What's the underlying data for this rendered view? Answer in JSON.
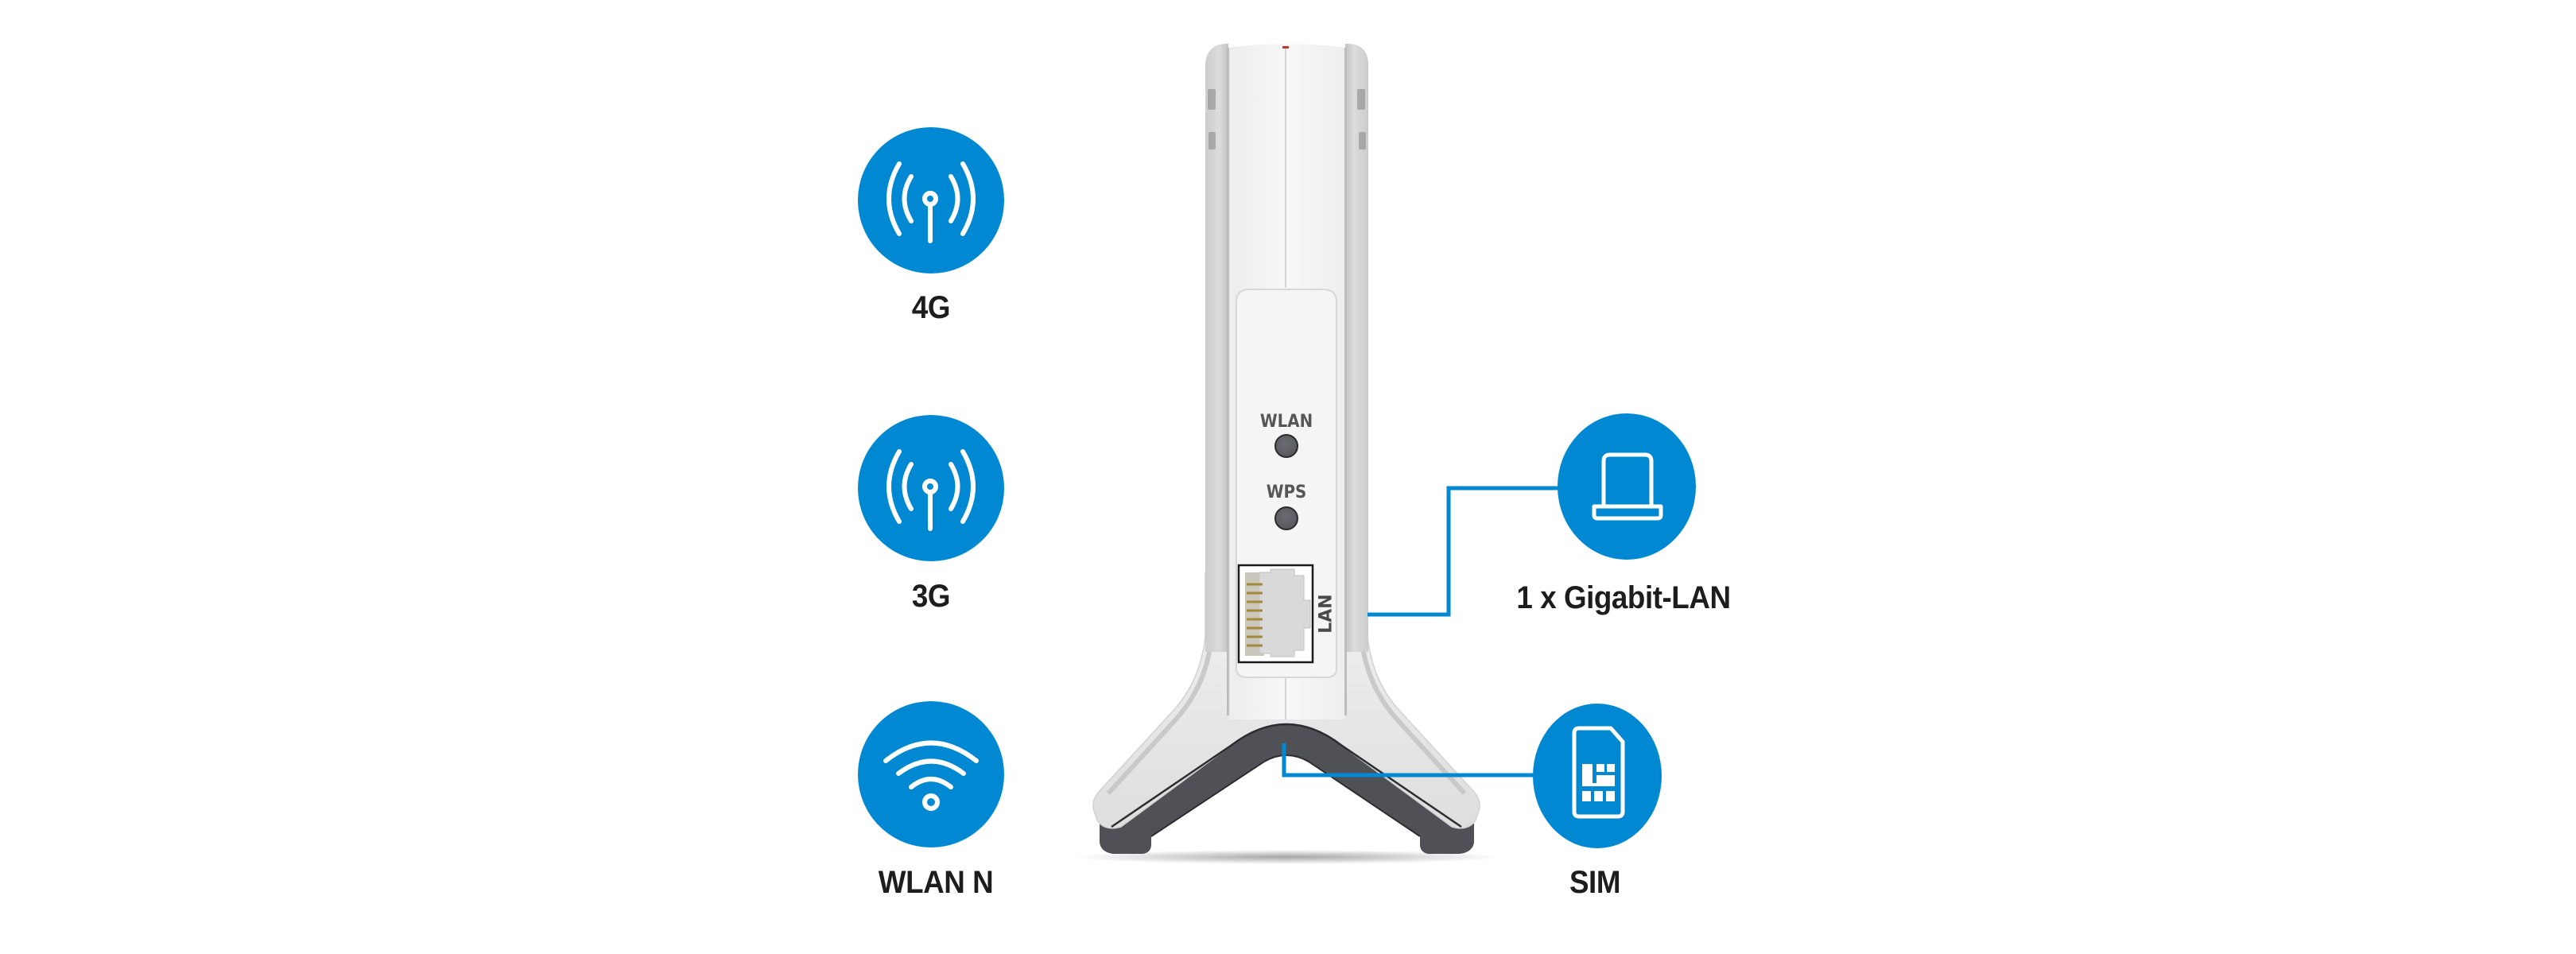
{
  "colors": {
    "accent_blue": "#0089d2",
    "label_text": "#1d1d1d",
    "device_white": "#f4f4f4",
    "device_edge_grey": "#cfcfcf",
    "device_base_dark": "#4f5157",
    "button_grey": "#5f6166",
    "status_led_red": "#c0392b"
  },
  "features_left": [
    {
      "id": "4g",
      "label": "4G",
      "icon": "antenna-signal-icon"
    },
    {
      "id": "3g",
      "label": "3G",
      "icon": "antenna-signal-icon"
    },
    {
      "id": "wlan",
      "label": "WLAN N",
      "icon": "wifi-icon"
    }
  ],
  "features_right": [
    {
      "id": "lan",
      "label": "1 x Gigabit-LAN",
      "icon": "laptop-icon"
    },
    {
      "id": "sim",
      "label": "SIM",
      "icon": "sim-card-icon"
    }
  ],
  "device": {
    "buttons": [
      {
        "label": "WLAN"
      },
      {
        "label": "WPS"
      }
    ],
    "port_label": "LAN"
  }
}
